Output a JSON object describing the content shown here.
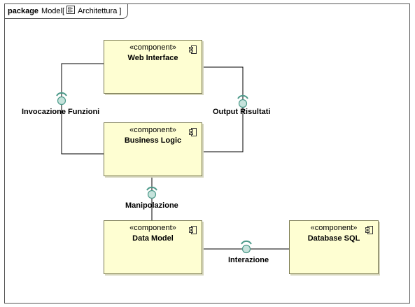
{
  "package": {
    "keyword": "package",
    "name": "Model[",
    "icon": "package-icon",
    "diagram": "Architettura ]"
  },
  "components": {
    "web_interface": {
      "stereotype": "«component»",
      "name": "Web Interface",
      "icon": "component-icon"
    },
    "business_logic": {
      "stereotype": "«component»",
      "name": "Business Logic",
      "icon": "component-icon"
    },
    "data_model": {
      "stereotype": "«component»",
      "name": "Data Model",
      "icon": "component-icon"
    },
    "database_sql": {
      "stereotype": "«component»",
      "name": "Database SQL",
      "icon": "component-icon"
    }
  },
  "interfaces": {
    "invocazione": "Invocazione Funzioni",
    "output": "Output Risultati",
    "manipolazione": "Manipolazione",
    "interazione": "Interazione"
  },
  "colors": {
    "component_fill": "#fefed2",
    "component_border": "#7a7a52",
    "interface_ring": "#4d9a8a",
    "line": "#000000"
  }
}
